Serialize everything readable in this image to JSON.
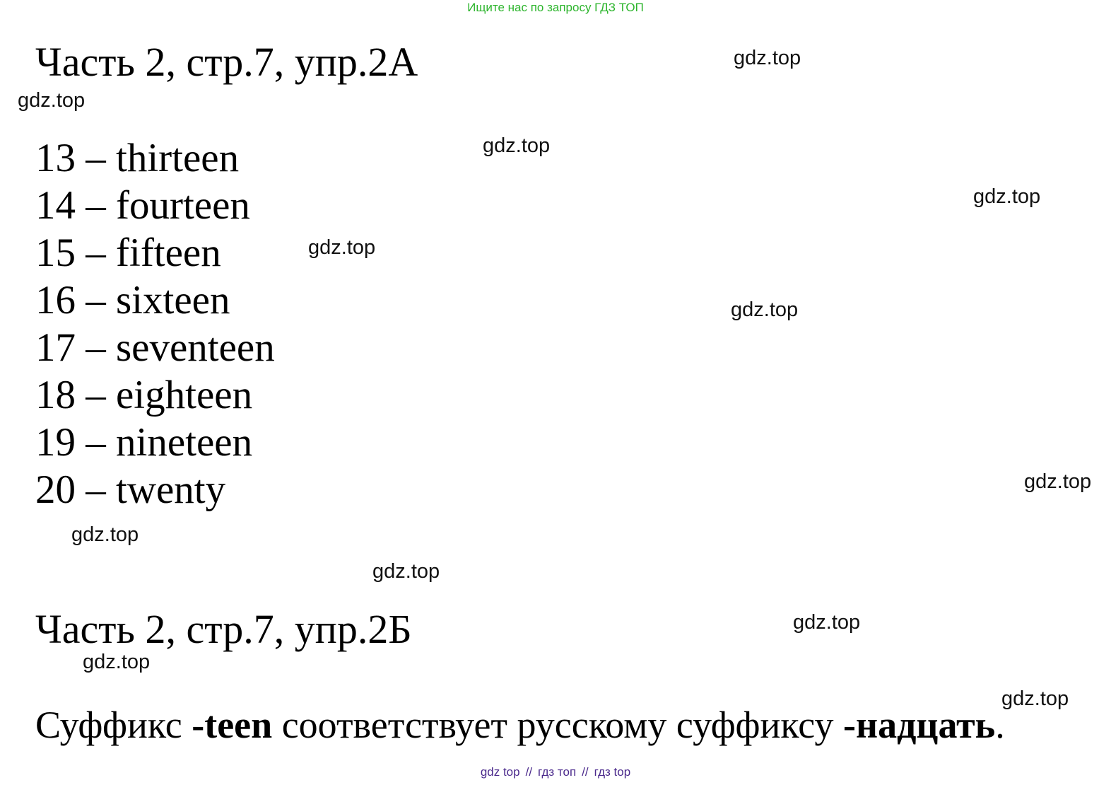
{
  "banner": "Ищите нас по запросу ГДЗ ТОП",
  "section_a": {
    "heading": "Часть 2, стр.7, упр.2А",
    "items": [
      "13 – thirteen",
      "14 – fourteen",
      "15 – fifteen",
      "16 – sixteen",
      "17 – seventeen",
      "18 – eighteen",
      "19 – nineteen",
      "20 – twenty"
    ]
  },
  "section_b": {
    "heading": "Часть 2, стр.7, упр.2Б",
    "text_1": "Суффикс ",
    "suffix_en": "-teen",
    "text_2": " соответствует русскому суффиксу ",
    "suffix_ru": "-надцать",
    "text_3": "."
  },
  "watermark": "gdz.top",
  "footer": {
    "items": [
      "gdz top",
      "гдз топ",
      "гдз top"
    ],
    "separator": "//"
  }
}
